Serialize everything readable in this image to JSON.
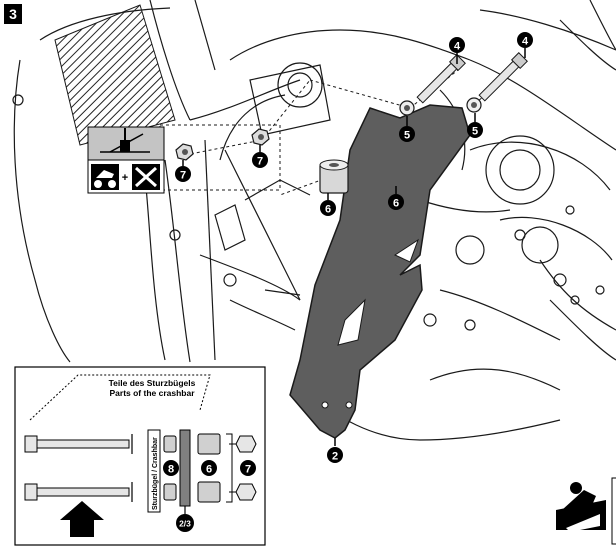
{
  "step_number": "3",
  "callouts": {
    "c2": "2",
    "c4a": "4",
    "c4b": "4",
    "c5a": "5",
    "c5b": "5",
    "c6a": "6",
    "c6b": "6",
    "c7a": "7",
    "c7b": "7"
  },
  "inset": {
    "title_de": "Teile des Sturzbügels",
    "title_en": "Parts of the crashbar",
    "crashbar_label": "Sturzbügel / Crashbar",
    "callout_8": "8",
    "callout_6": "6",
    "callout_7": "7",
    "callout_23": "2/3"
  },
  "icons": {
    "torque": "torque-icon",
    "bike_and_tools": "motorcycle-tools-icon",
    "gloves": "gloves-icon"
  },
  "colors": {
    "plate": "#5e5e5e",
    "lines": "#1a1a1a",
    "inset_border": "#000000"
  }
}
